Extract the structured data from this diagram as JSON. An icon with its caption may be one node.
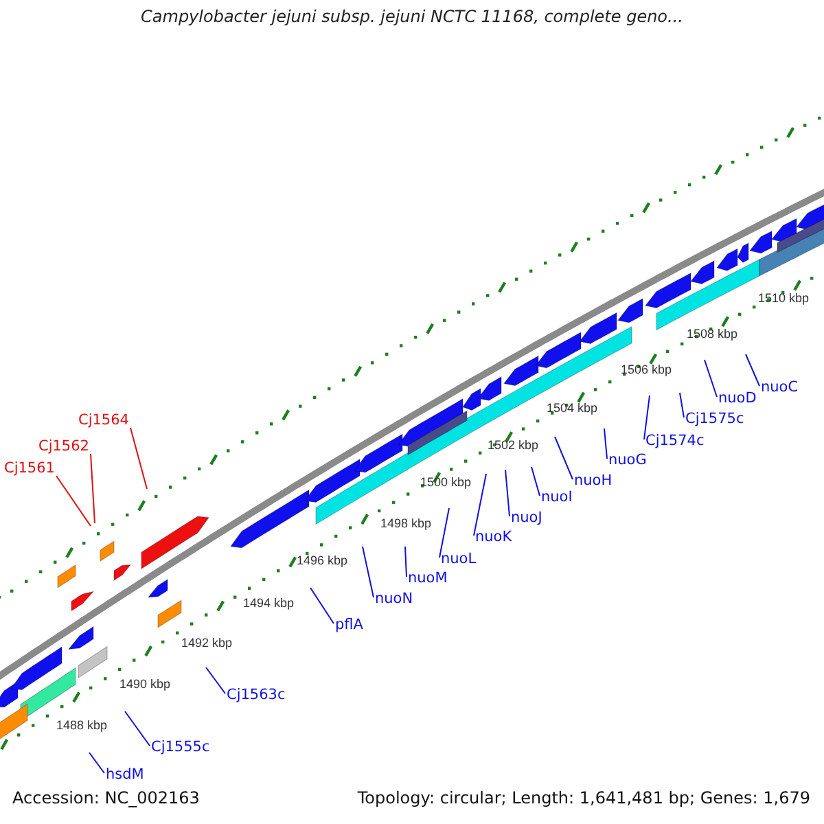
{
  "diagram": {
    "title": "Campylobacter jejuni subsp. jejuni NCTC 11168, complete geno...",
    "nodes": [
      {
        "text": [
          "Cj1564"
        ]
      },
      {
        "text": [
          "Cj1562"
        ]
      },
      {
        "text": [
          "Cj1561"
        ]
      },
      {
        "text": [
          "nuoC"
        ]
      },
      {
        "text": [
          "nuoD"
        ]
      },
      {
        "text": [
          "Cj1575c"
        ]
      },
      {
        "text": [
          "Cj1574c"
        ]
      },
      {
        "text": [
          "nuoG"
        ]
      },
      {
        "text": [
          "nuoH"
        ]
      },
      {
        "text": [
          "nuoI"
        ]
      },
      {
        "text": [
          "nuoJ"
        ]
      },
      {
        "text": [
          "nuoK"
        ]
      },
      {
        "text": [
          "nuoL"
        ]
      },
      {
        "text": [
          "nuoM"
        ]
      },
      {
        "text": [
          "nuoN"
        ]
      },
      {
        "text": [
          "pflA"
        ]
      },
      {
        "text": [
          "Cj1563c"
        ]
      },
      {
        "text": [
          "Cj1555c"
        ]
      },
      {
        "text": [
          "hsdM"
        ]
      }
    ],
    "edges": [
      {
        "from": 0,
        "to": null,
        "arrow": "none",
        "color": "#e01010"
      },
      {
        "from": 1,
        "to": null,
        "arrow": "none",
        "color": "#e01010"
      },
      {
        "from": 2,
        "to": null,
        "arrow": "none",
        "color": "#e01010"
      },
      {
        "from": 3,
        "to": null,
        "arrow": "none"
      },
      {
        "from": 4,
        "to": null,
        "arrow": "none"
      },
      {
        "from": 5,
        "to": null,
        "arrow": "none"
      },
      {
        "from": 6,
        "to": null,
        "arrow": "none"
      },
      {
        "from": 7,
        "to": null,
        "arrow": "none"
      },
      {
        "from": 8,
        "to": null,
        "arrow": "none"
      },
      {
        "from": 9,
        "to": null,
        "arrow": "none"
      },
      {
        "from": 10,
        "to": null,
        "arrow": "none"
      },
      {
        "from": 11,
        "to": null,
        "arrow": "none"
      },
      {
        "from": 12,
        "to": null,
        "arrow": "none"
      },
      {
        "from": 13,
        "to": null,
        "arrow": "none"
      },
      {
        "from": 14,
        "to": null,
        "arrow": "none"
      },
      {
        "from": 15,
        "to": null,
        "arrow": "none"
      },
      {
        "from": 16,
        "to": null,
        "arrow": "none"
      },
      {
        "from": 17,
        "to": null,
        "arrow": "none"
      },
      {
        "from": 18,
        "to": null,
        "arrow": "none"
      }
    ],
    "labels": [
      "1488 kbp",
      "1490 kbp",
      "1492 kbp",
      "1494 kbp",
      "1496 kbp",
      "1498 kbp",
      "1500 kbp",
      "1502 kbp",
      "1504 kbp",
      "1506 kbp",
      "1508 kbp",
      "1510 kbp",
      "Accession: NC_002163",
      "Topology: circular; Length: 1,641,481 bp; Genes: 1,679"
    ]
  }
}
